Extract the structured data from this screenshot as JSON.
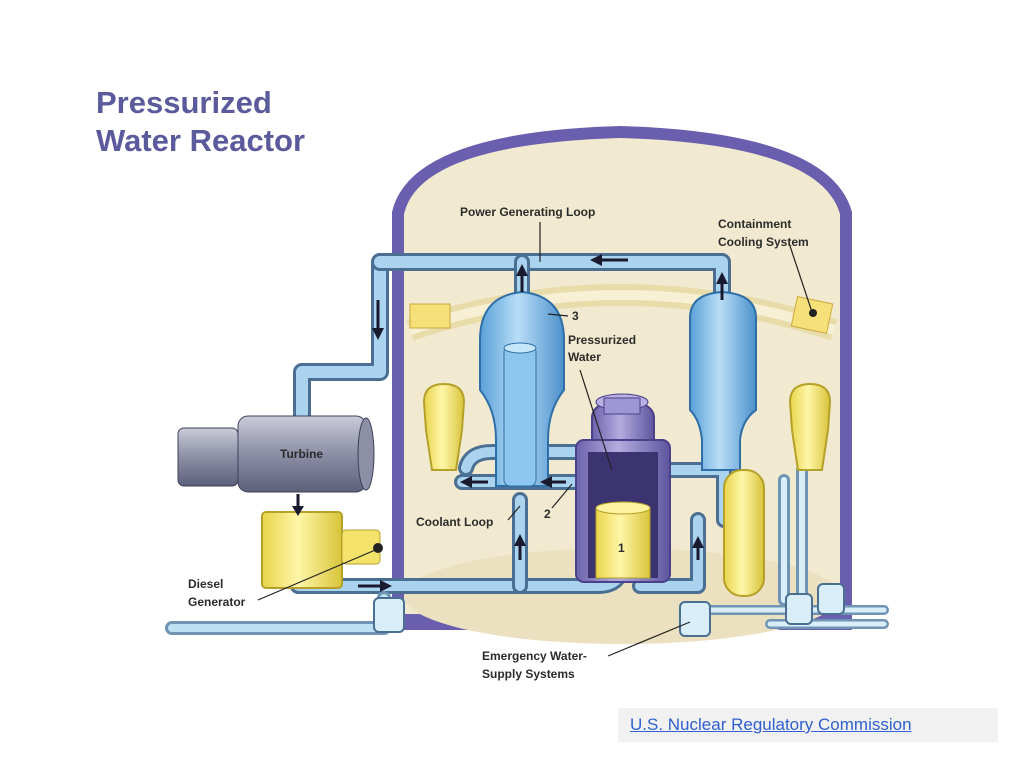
{
  "slide": {
    "title_line1": "Pressurized",
    "title_line2": "Water Reactor"
  },
  "labels": {
    "power_loop": "Power Generating Loop",
    "containment_1": "Containment",
    "containment_2": "Cooling System",
    "num_3": "3",
    "pressurized_1": "Pressurized",
    "pressurized_2": "Water",
    "turbine": "Turbine",
    "coolant_loop": "Coolant Loop",
    "num_2": "2",
    "num_1": "1",
    "diesel_1": "Diesel",
    "diesel_2": "Generator",
    "emergency_1": "Emergency Water-",
    "emergency_2": "Supply Systems"
  },
  "credit": {
    "text": "U.S. Nuclear Regulatory Commission"
  },
  "colors": {
    "title": "#5a5a9c",
    "containment_wall": "#6a5fae",
    "containment_fill": "#f2ead0",
    "pipe": "#a9d3ee",
    "vessel_blue": "#79b8e6",
    "reactor_purple": "#8a80c4",
    "yellow": "#f3e36a",
    "link": "#2f5fd0"
  }
}
